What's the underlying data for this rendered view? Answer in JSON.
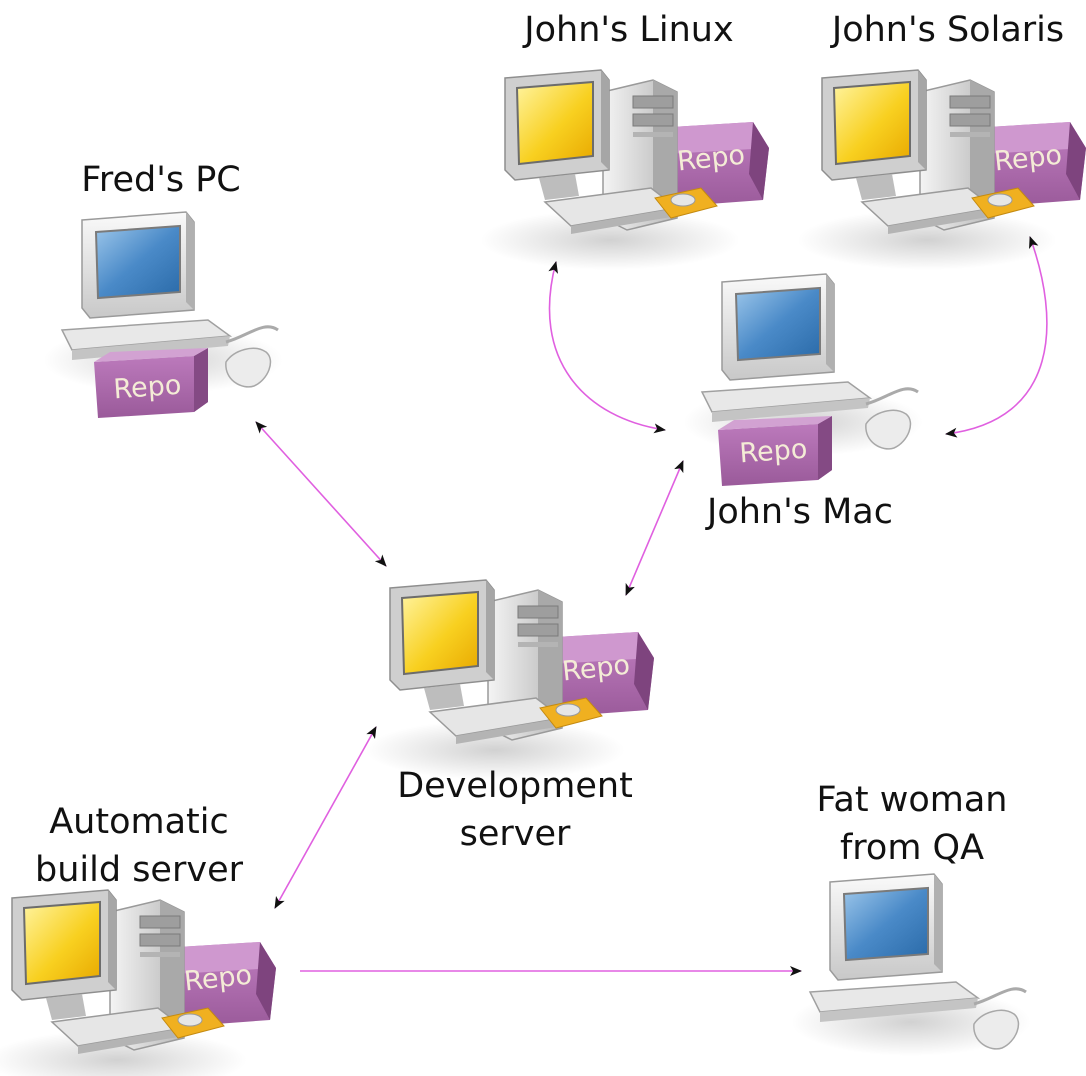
{
  "nodes": [
    {
      "id": "john-linux",
      "label": [
        "John's Linux"
      ],
      "kind": "tower",
      "repo": "Repo"
    },
    {
      "id": "john-solaris",
      "label": [
        "John's Solaris"
      ],
      "kind": "tower",
      "repo": "Repo"
    },
    {
      "id": "fred-pc",
      "label": [
        "Fred's PC"
      ],
      "kind": "terminal",
      "repo": "Repo"
    },
    {
      "id": "john-mac",
      "label": [
        "John's Mac"
      ],
      "kind": "terminal",
      "repo": "Repo"
    },
    {
      "id": "dev-server",
      "label": [
        "Development",
        "server"
      ],
      "kind": "tower",
      "repo": "Repo"
    },
    {
      "id": "build-server",
      "label": [
        "Automatic",
        "build server"
      ],
      "kind": "tower",
      "repo": "Repo"
    },
    {
      "id": "qa",
      "label": [
        "Fat woman",
        "from QA"
      ],
      "kind": "terminal",
      "repo": ""
    }
  ],
  "edges": [
    {
      "from": "fred-pc",
      "to": "dev-server",
      "direction": "both"
    },
    {
      "from": "dev-server",
      "to": "john-mac",
      "direction": "both"
    },
    {
      "from": "john-mac",
      "to": "john-linux",
      "direction": "both"
    },
    {
      "from": "john-mac",
      "to": "john-solaris",
      "direction": "both"
    },
    {
      "from": "build-server",
      "to": "dev-server",
      "direction": "both"
    },
    {
      "from": "build-server",
      "to": "qa",
      "direction": "forward"
    }
  ],
  "colors": {
    "edge": "#e060e0",
    "arrowhead": "#111111",
    "repo_face": "#b070b0",
    "repo_top": "#c890c8",
    "repo_text": "#f4ecd6",
    "screen_yellow": "#f8d020",
    "screen_blue": "#4a8ac8",
    "case_gray": "#d8d8d8"
  }
}
